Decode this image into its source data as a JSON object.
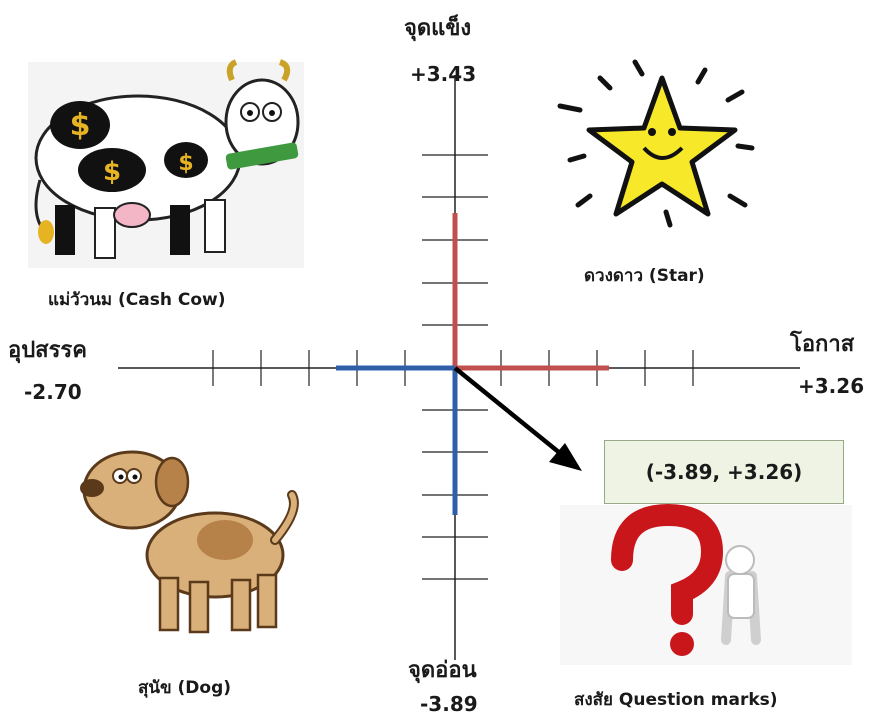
{
  "axes": {
    "top": {
      "title": "จุดแข็ง",
      "value": "+3.43"
    },
    "bottom": {
      "title": "จุดอ่อน",
      "value": "-3.89"
    },
    "left": {
      "title": "อุปสรรค",
      "value": "-2.70"
    },
    "right": {
      "title": "โอกาส",
      "value": "+3.26"
    }
  },
  "quadrants": {
    "cash_cow": {
      "caption": "แม่วัวนม (Cash Cow)",
      "icon": "cash-cow-icon"
    },
    "star": {
      "caption": "ดวงดาว (Star)",
      "icon": "star-icon"
    },
    "dog": {
      "caption": "สุนัข (Dog)",
      "icon": "dog-icon"
    },
    "question": {
      "caption": "สงสัย Question marks)",
      "icon": "question-mark-icon"
    }
  },
  "result": {
    "coordinate": "(-3.89, +3.26)"
  },
  "colors": {
    "strength_opportunity": "#c0504d",
    "weakness_threat": "#2e5fa8",
    "arrow": "#000000",
    "box_bg": "#eef3e4"
  }
}
